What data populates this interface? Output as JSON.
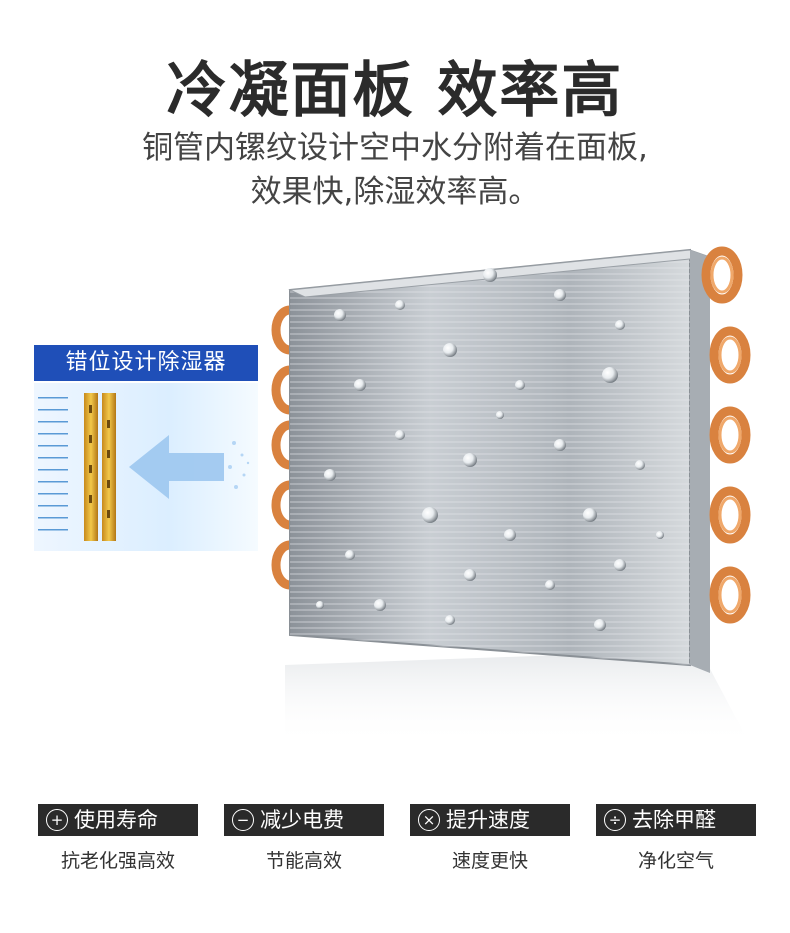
{
  "header": {
    "title": "冷凝面板 效率高",
    "subtitle_line1": "铜管内镙纹设计空中水分附着在面板,",
    "subtitle_line2": "效果快,除湿效率高。"
  },
  "inset": {
    "label": "错位设计除湿器"
  },
  "features": [
    {
      "icon": "plus-circle-icon",
      "symbol": "+",
      "label": "使用寿命",
      "desc": "抗老化强高效"
    },
    {
      "icon": "minus-circle-icon",
      "symbol": "−",
      "label": "减少电费",
      "desc": "节能高效"
    },
    {
      "icon": "times-circle-icon",
      "symbol": "×",
      "label": "提升速度",
      "desc": "速度更快"
    },
    {
      "icon": "divide-circle-icon",
      "symbol": "÷",
      "label": "去除甲醛",
      "desc": "净化空气"
    }
  ],
  "colors": {
    "label_bg": "#1f4fb8",
    "tag_bg": "#2a2a2a",
    "copper": "#d9823f",
    "fin": "#b9bec4"
  }
}
